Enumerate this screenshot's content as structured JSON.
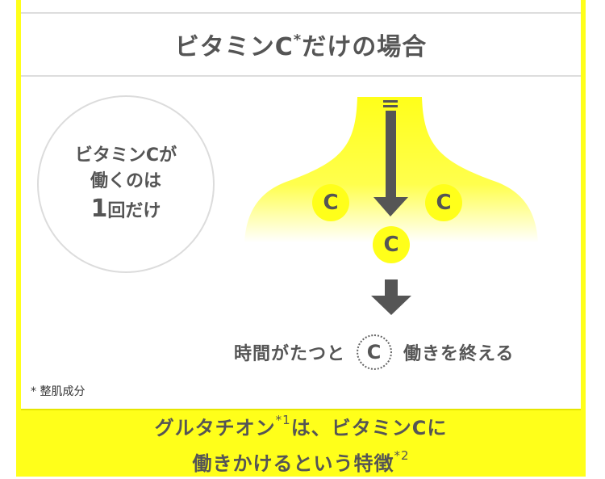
{
  "header": {
    "title": "ビタミンC",
    "title_mark": "*",
    "title_rest": "だけの場合"
  },
  "circle": {
    "line1": "ビタミンCが",
    "line2": "働くのは",
    "line3_num": "1",
    "line3_rest": "回だけ"
  },
  "diagram": {
    "badge_left": "C",
    "badge_right": "C",
    "badge_bottom": "C",
    "colors": {
      "glow": "#ffff1a",
      "arrow": "#555555"
    }
  },
  "caption": {
    "before": "時間がたつと",
    "badge": "C",
    "after": "働きを終える"
  },
  "footnote": "* 整肌成分",
  "banner": {
    "line1": "グルタチオン",
    "line1_mark": "*1",
    "line1_rest": "は、ビタミンCに",
    "line2": "働きかけるという特徴",
    "line2_mark": "*2"
  }
}
